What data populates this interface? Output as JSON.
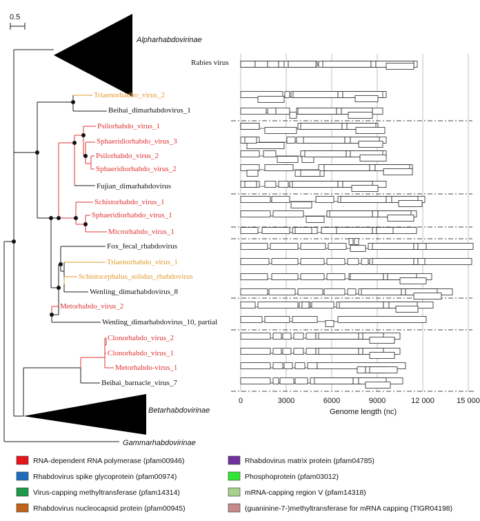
{
  "scale_label": "0.5",
  "clades": {
    "alpha": "Alpharhabdovirinae",
    "beta": "Betarhabdovirinae",
    "gamma": "Gammarhabdovirinae"
  },
  "taxa": [
    {
      "name": "Rabies virus",
      "color": "#111111"
    },
    {
      "name": "Triaenorhadbo_virus_2",
      "color": "#e39a2a"
    },
    {
      "name": "Beihai_dimarhabdovirus_1",
      "color": "#111111"
    },
    {
      "name": "Psilorhabdo_virus_1",
      "color": "#e03030"
    },
    {
      "name": "Sphaeridiorhabdo_virus_3",
      "color": "#e03030"
    },
    {
      "name": "Psilorhabdo_virus_2",
      "color": "#e03030"
    },
    {
      "name": "Sphaeridiorhabdo_virus_2",
      "color": "#e03030"
    },
    {
      "name": "Fujian_dimarhabdovirus",
      "color": "#111111"
    },
    {
      "name": "Schistorhabdo_virus_1",
      "color": "#e03030"
    },
    {
      "name": "Sphaeridiorhabdo_virus_1",
      "color": "#e03030"
    },
    {
      "name": "Microrhabdo_virus_1",
      "color": "#e03030"
    },
    {
      "name": "Fox_fecal_rhabdovirus",
      "color": "#111111"
    },
    {
      "name": "Triaenorhabdo_virus_1",
      "color": "#e39a2a"
    },
    {
      "name": "Schistocephalus_solidus_rhabdovirus",
      "color": "#e39a2a"
    },
    {
      "name": "Wenling_dimarhabdovirus_8",
      "color": "#111111"
    },
    {
      "name": "Metorhabdo_virus_2",
      "color": "#e03030"
    },
    {
      "name": "Wenling_dimarhabdovirus_10,  partial",
      "color": "#111111"
    },
    {
      "name": "Clonorhabdo_virus_2",
      "color": "#e03030"
    },
    {
      "name": "Clonorhabdo_virus_1",
      "color": "#e03030"
    },
    {
      "name": "Metorhabdo-virus_1",
      "color": "#e03030"
    },
    {
      "name": "Beihai_barnacle_virus_7",
      "color": "#111111"
    }
  ],
  "genome_axis": {
    "ticks": [
      "0",
      "3000",
      "6000",
      "9000",
      "12 000",
      "15 000"
    ],
    "values": [
      0,
      3000,
      6000,
      9000,
      12000,
      15000
    ],
    "label": "Genome length (nc)"
  },
  "legend": [
    {
      "label": "RNA-dependent RNA polymerase (pfam00946)",
      "color": "#e8141b"
    },
    {
      "label": "Rhabdovirus matrix protein (pfam04785)",
      "color": "#7030a0"
    },
    {
      "label": "Rhabdovirus spike glycoprotein (pfam00974)",
      "color": "#1f6dbf"
    },
    {
      "label": "Phosphoprotein (pfam03012)",
      "color": "#33e633"
    },
    {
      "label": "Virus-capping methyltransferase (pfam14314)",
      "color": "#1e9a4a"
    },
    {
      "label": "mRNA-capping region V (pfam14318)",
      "color": "#a9d18e"
    },
    {
      "label": "Rhabdovirus nucleocapsid protein (pfam00945)",
      "color": "#c0621a"
    },
    {
      "label": "(guaninine-7-)methyltransferase for mRNA capping (TIGR04198)",
      "color": "#c58b8b"
    }
  ]
}
